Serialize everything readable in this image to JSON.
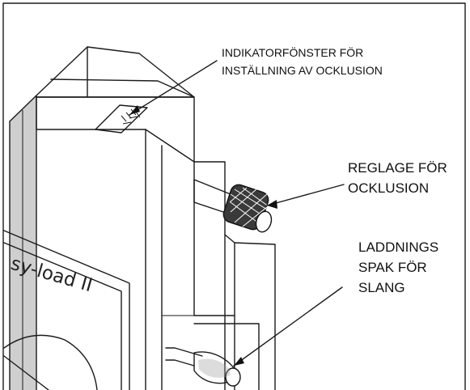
{
  "callouts": [
    {
      "lines": [
        "INDIKATORFÖNSTER FÖR",
        "INSTÄLLNING AV OCKLUSION"
      ]
    },
    {
      "lines": [
        "REGLAGE FÖR",
        "OCKLUSION"
      ]
    },
    {
      "lines": [
        "LADDNINGS",
        "SPAK FÖR",
        "SLANG"
      ]
    }
  ],
  "pump_brand": "sy-load II"
}
